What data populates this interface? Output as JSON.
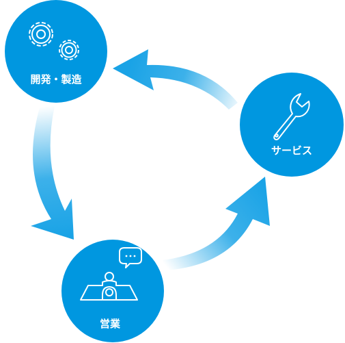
{
  "nodes": {
    "development": {
      "label": "開発・製造",
      "icon": "gears-icon"
    },
    "service": {
      "label": "サービス",
      "icon": "wrench-icon"
    },
    "sales": {
      "label": "営業",
      "icon": "person-with-speech-bubble-icon"
    }
  },
  "colors": {
    "circle": "#0097e0",
    "arrow": "#1aa3e6",
    "arrow_fade": "#ffffff",
    "icon_stroke": "#ffffff"
  }
}
